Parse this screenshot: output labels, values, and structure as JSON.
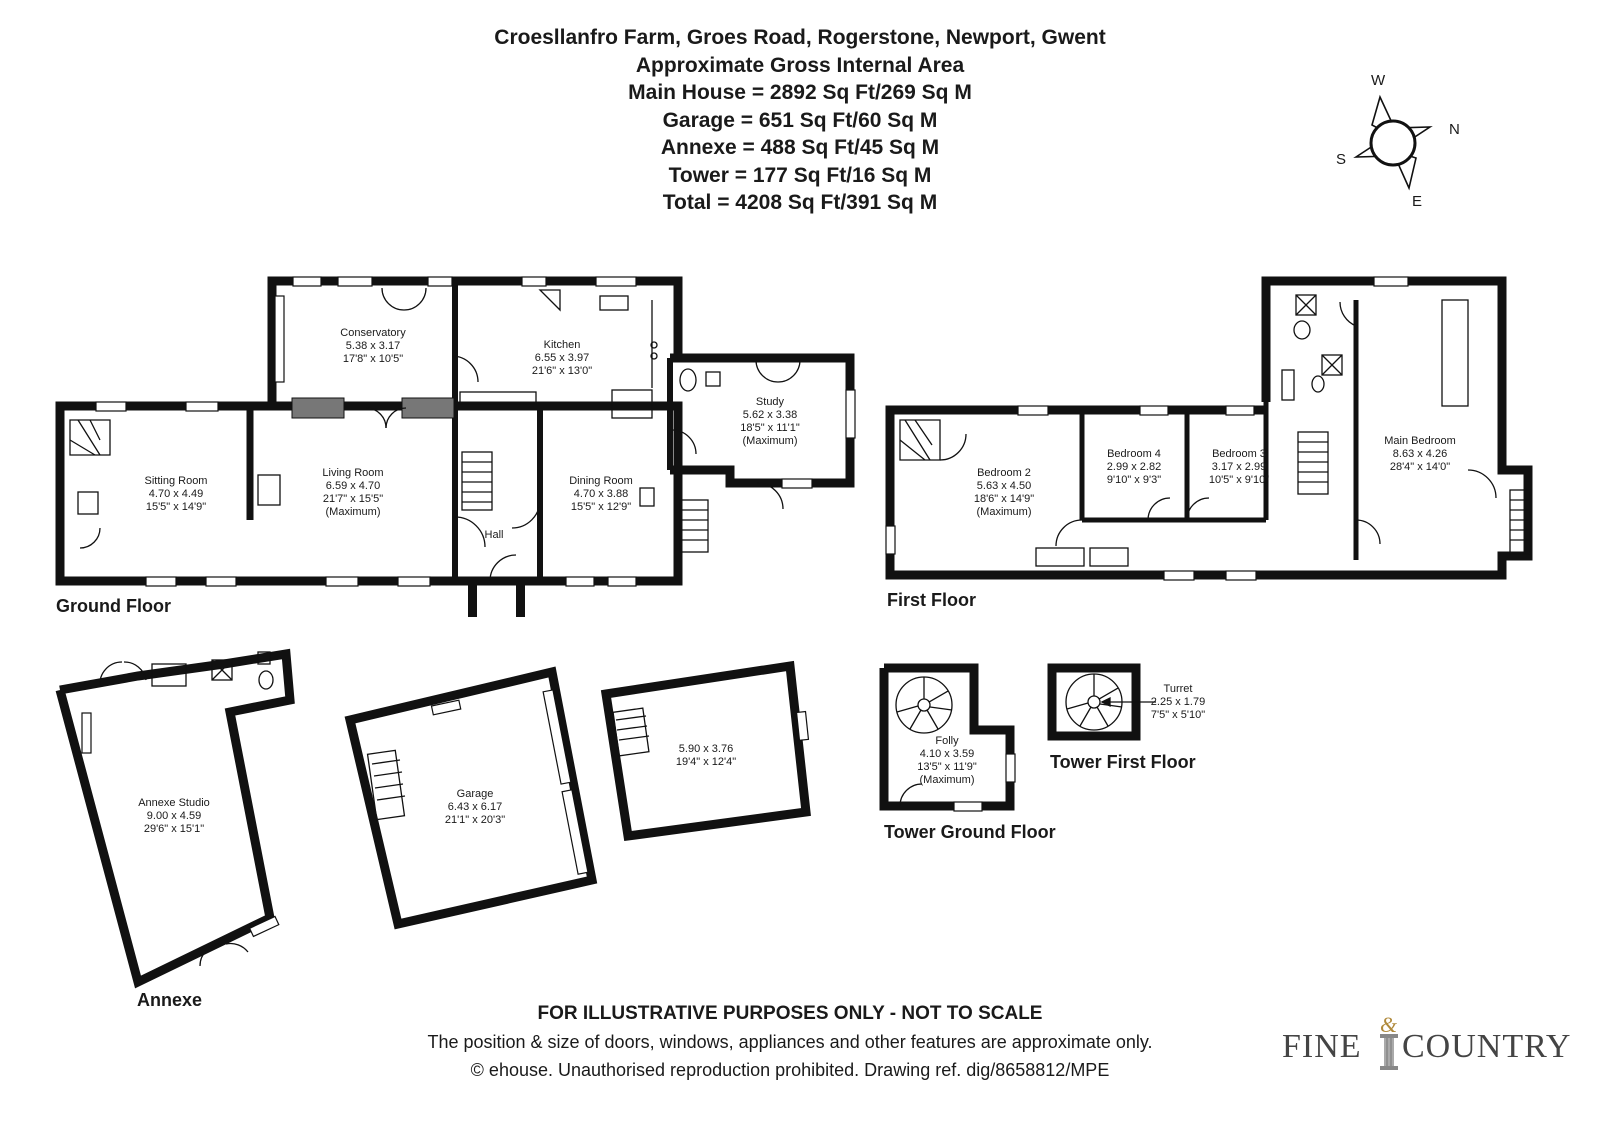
{
  "header": {
    "lines": [
      "Croesllanfro Farm, Groes Road, Rogerstone, Newport, Gwent",
      "Approximate Gross Internal Area",
      "Main House = 2892 Sq Ft/269 Sq M",
      "Garage = 651 Sq Ft/60 Sq M",
      "Annexe = 488 Sq Ft/45 Sq M",
      "Tower = 177 Sq Ft/16 Sq M",
      "Total = 4208 Sq Ft/391 Sq M"
    ]
  },
  "compass": {
    "w": "W",
    "n": "N",
    "s": "S",
    "e": "E"
  },
  "floors": {
    "ground": "Ground Floor",
    "first": "First Floor",
    "annexe": "Annexe",
    "tower_ground": "Tower Ground Floor",
    "tower_first": "Tower First Floor"
  },
  "rooms": {
    "conservatory": [
      "Conservatory",
      "5.38 x 3.17",
      "17'8\" x 10'5\""
    ],
    "kitchen": [
      "Kitchen",
      "6.55 x 3.97",
      "21'6\" x 13'0\""
    ],
    "study": [
      "Study",
      "5.62 x 3.38",
      "18'5\" x 11'1\"",
      "(Maximum)"
    ],
    "sitting_room": [
      "Sitting Room",
      "4.70 x 4.49",
      "15'5\" x 14'9\""
    ],
    "living_room": [
      "Living Room",
      "6.59 x 4.70",
      "21'7\" x 15'5\"",
      "(Maximum)"
    ],
    "dining_room": [
      "Dining Room",
      "4.70 x 3.88",
      "15'5\" x 12'9\""
    ],
    "hall": [
      "Hall"
    ],
    "bedroom2": [
      "Bedroom 2",
      "5.63 x 4.50",
      "18'6\" x 14'9\"",
      "(Maximum)"
    ],
    "bedroom4": [
      "Bedroom 4",
      "2.99 x 2.82",
      "9'10\" x 9'3\""
    ],
    "bedroom3": [
      "Bedroom 3",
      "3.17 x 2.99",
      "10'5\" x 9'10\""
    ],
    "main_bedroom": [
      "Main Bedroom",
      "8.63 x 4.26",
      "28'4\" x 14'0\""
    ],
    "annexe_studio": [
      "Annexe Studio",
      "9.00 x 4.59",
      "29'6\" x 15'1\""
    ],
    "garage": [
      "Garage",
      "6.43 x 6.17",
      "21'1\" x 20'3\""
    ],
    "garage_upper": [
      "5.90 x 3.76",
      "19'4\" x 12'4\""
    ],
    "folly": [
      "Folly",
      "4.10 x 3.59",
      "13'5\" x 11'9\"",
      "(Maximum)"
    ],
    "turret": [
      "Turret",
      "2.25 x 1.79",
      "7'5\" x 5'10\""
    ]
  },
  "footer": {
    "disclaimer": "FOR ILLUSTRATIVE PURPOSES ONLY - NOT TO SCALE",
    "note": "The position & size of doors, windows, appliances and other features are approximate only.",
    "copyright": "© ehouse. Unauthorised reproduction prohibited. Drawing ref. dig/8658812/MPE"
  },
  "brand": {
    "left": "FINE",
    "amp": "&",
    "right": "COUNTRY"
  }
}
